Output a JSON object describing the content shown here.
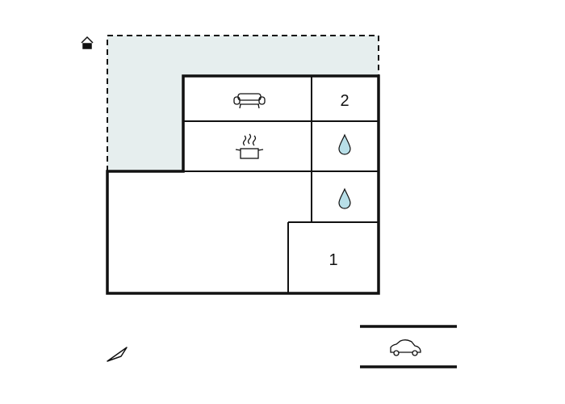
{
  "floorplan": {
    "rooms": [
      {
        "id": "living",
        "icon": "sofa-icon"
      },
      {
        "id": "bedroom-2",
        "label": "2"
      },
      {
        "id": "kitchen",
        "icon": "cooking-pot-icon"
      },
      {
        "id": "bathroom-upper",
        "icon": "water-drop-icon"
      },
      {
        "id": "bathroom-lower",
        "icon": "water-drop-icon"
      },
      {
        "id": "main-area"
      },
      {
        "id": "bedroom-1",
        "label": "1"
      }
    ],
    "outdoor": {
      "type": "terrace",
      "border": "dashed",
      "fill": "#e6eeee"
    },
    "entrance": {
      "icon": "house-entrance-icon"
    },
    "parking": {
      "icon": "car-icon"
    },
    "compass": {
      "icon": "north-arrow-icon"
    },
    "colors": {
      "wall": "#111111",
      "terrace": "#e6eeee",
      "water_drop": "#b8dfe8"
    }
  }
}
